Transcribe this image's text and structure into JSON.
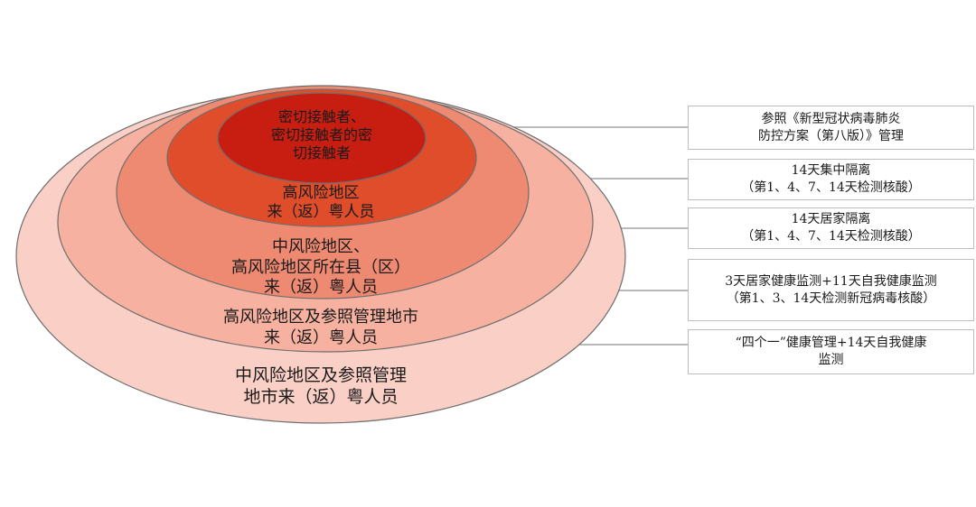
{
  "diagram": {
    "levels": [
      {
        "ring_lines": [
          "密切接触者、",
          "密切接触者的密",
          "切接触者"
        ],
        "measure_lines": [
          "参照《新型冠状病毒肺炎",
          "防控方案（第八版）》管理"
        ],
        "fill": "#c81e12"
      },
      {
        "ring_lines": [
          "高风险地区",
          "来（返）粤人员"
        ],
        "measure_lines": [
          "14天集中隔离",
          "（第1、4、7、14天检测核酸）"
        ],
        "fill": "#df4d2b"
      },
      {
        "ring_lines": [
          "中风险地区、",
          "高风险地区所在县（区）",
          "来（返）粤人员"
        ],
        "measure_lines": [
          "14天居家隔离",
          "（第1、4、7、14天检测核酸）"
        ],
        "fill": "#ee8a71"
      },
      {
        "ring_lines": [
          "高风险地区及参照管理地市",
          "来（返）粤人员"
        ],
        "measure_lines": [
          "3天居家健康监测+11天自我健康监测",
          "（第1、3、14天检测新冠病毒核酸）"
        ],
        "fill": "#f6b1a0"
      },
      {
        "ring_lines": [
          "中风险地区及参照管理",
          "地市来（返）粤人员"
        ],
        "measure_lines": [
          "“四个一”健康管理+14天自我健康",
          "监测"
        ],
        "fill": "#fad0c6"
      }
    ],
    "colors": {
      "ring_stroke": "#6e6e6e",
      "connector": "#8f8f8f",
      "box_border": "#bdbdbd"
    }
  }
}
